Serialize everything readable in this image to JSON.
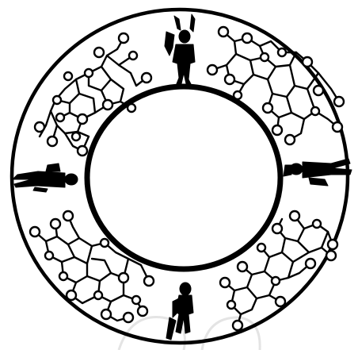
{
  "figure": {
    "kind": "ring illustration",
    "outer_ring_stroke": "#000000",
    "inner_ring_stroke": "#000000",
    "background": "#ffffff",
    "figures": [
      {
        "name": "figure-top",
        "icon": "standing-person-icon"
      },
      {
        "name": "figure-right",
        "icon": "lying-person-icon"
      },
      {
        "name": "figure-bottom",
        "icon": "walking-person-icon"
      },
      {
        "name": "figure-left",
        "icon": "lying-person-icon"
      }
    ],
    "molecule_clusters": [
      {
        "name": "molecule-cluster-top-left",
        "icon": "molecule-network-icon"
      },
      {
        "name": "molecule-cluster-top-right",
        "icon": "molecule-network-icon"
      },
      {
        "name": "molecule-cluster-bottom-left",
        "icon": "molecule-network-icon"
      },
      {
        "name": "molecule-cluster-bottom-right",
        "icon": "molecule-network-icon"
      }
    ]
  }
}
